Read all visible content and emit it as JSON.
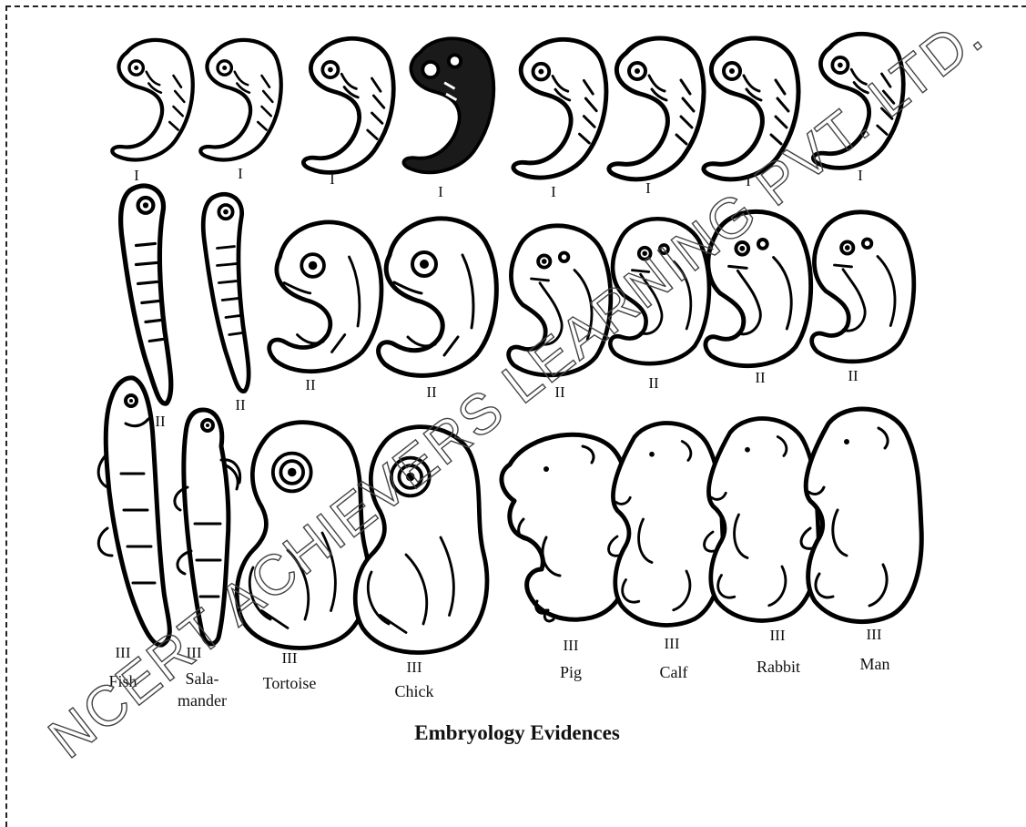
{
  "figure": {
    "title": "Embryology Evidences",
    "watermark": "NCERT ACHIEVERS LEARNING PVT. LTD.",
    "stage_labels": {
      "one": "I",
      "two": "II",
      "three": "III"
    },
    "organisms": [
      {
        "name": "Fish",
        "stages": [
          "I",
          "II",
          "III"
        ]
      },
      {
        "name": "Sala-",
        "name_line2": "mander",
        "stages": [
          "I",
          "II",
          "III"
        ]
      },
      {
        "name": "Tortoise",
        "stages": [
          "I",
          "II",
          "III"
        ]
      },
      {
        "name": "Chick",
        "stages": [
          "I",
          "II",
          "III"
        ]
      },
      {
        "name": "Pig",
        "stages": [
          "I",
          "II",
          "III"
        ]
      },
      {
        "name": "Calf",
        "stages": [
          "I",
          "II",
          "III"
        ]
      },
      {
        "name": "Rabbit",
        "stages": [
          "I",
          "II",
          "III"
        ]
      },
      {
        "name": "Man",
        "stages": [
          "I",
          "II",
          "III"
        ]
      }
    ]
  }
}
